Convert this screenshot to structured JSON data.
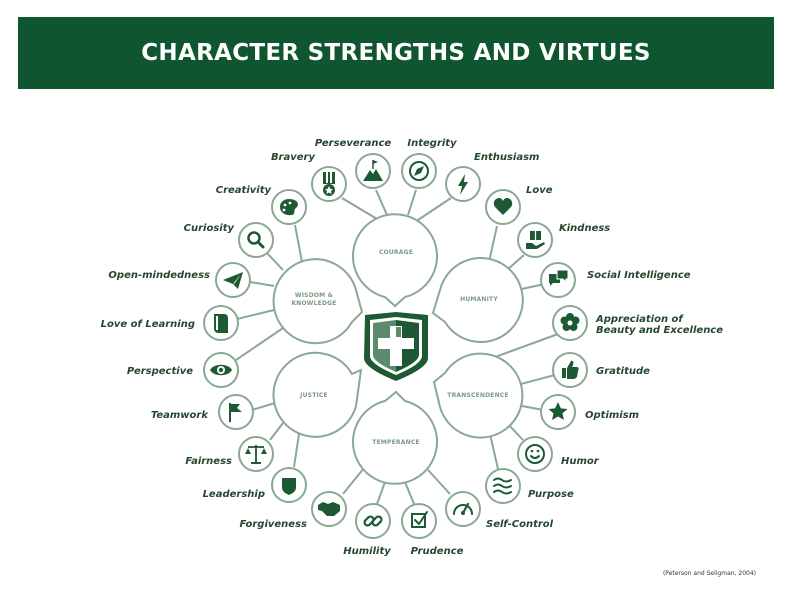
{
  "title": "CHARACTER STRENGTHS AND VIRTUES",
  "citation": "(Peterson and Seligman, 2004)",
  "colors": {
    "banner": "#0f5530",
    "icon": "#1d5a34",
    "outline": "#8aa894",
    "label": "#25472f"
  },
  "virtues": {
    "courage": "COURAGE",
    "wisdom": "WISDOM & KNOWLEDGE",
    "humanity": "HUMANITY",
    "justice": "JUSTICE",
    "transcendence": "TRANSCENDENCE",
    "temperance": "TEMPERANCE"
  },
  "strengths": {
    "bravery": "Bravery",
    "perseverance": "Perseverance",
    "integrity": "Integrity",
    "enthusiasm": "Enthusiasm",
    "creativity": "Creativity",
    "love": "Love",
    "curiosity": "Curiosity",
    "kindness": "Kindness",
    "open_mindedness": "Open-mindedness",
    "social_intelligence": "Social Intelligence",
    "love_of_learning": "Love of Learning",
    "appreciation_line1": "Appreciation of",
    "appreciation_line2": "Beauty and Excellence",
    "perspective": "Perspective",
    "gratitude": "Gratitude",
    "teamwork": "Teamwork",
    "optimism": "Optimism",
    "fairness": "Fairness",
    "humor": "Humor",
    "leadership": "Leadership",
    "purpose": "Purpose",
    "forgiveness": "Forgiveness",
    "self_control": "Self-Control",
    "humility": "Humility",
    "prudence": "Prudence"
  },
  "icons": {
    "bravery": "medal-icon",
    "perseverance": "mountain-flag-icon",
    "integrity": "compass-icon",
    "enthusiasm": "lightning-icon",
    "creativity": "palette-icon",
    "love": "heart-icon",
    "curiosity": "magnifier-icon",
    "kindness": "gift-hand-icon",
    "open_mindedness": "paper-plane-icon",
    "social_intelligence": "chat-bubbles-icon",
    "love_of_learning": "book-icon",
    "appreciation": "flower-icon",
    "perspective": "eye-icon",
    "gratitude": "thumbs-up-icon",
    "teamwork": "flag-icon",
    "optimism": "star-icon",
    "fairness": "scales-icon",
    "humor": "smiley-icon",
    "leadership": "shield-badge-icon",
    "purpose": "waves-icon",
    "forgiveness": "handshake-icon",
    "self_control": "speedometer-icon",
    "humility": "link-icon",
    "prudence": "checkbox-icon",
    "center": "shield-cross-logo"
  }
}
